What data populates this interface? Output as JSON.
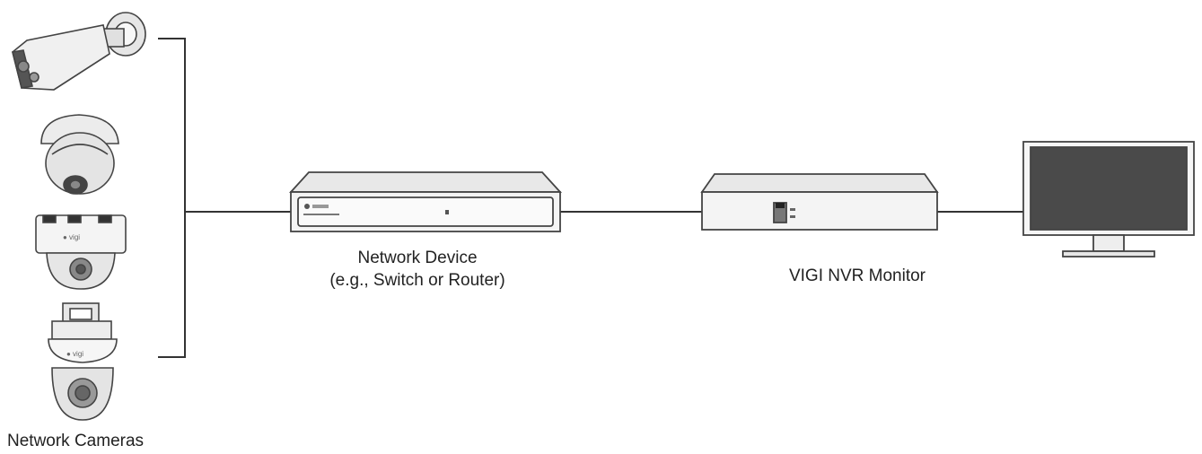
{
  "labels": {
    "network_cameras": "Network Cameras",
    "network_device_line1": "Network Device",
    "network_device_line2": "(e.g., Switch or Router)",
    "nvr": "VIGI NVR Monitor"
  },
  "colors": {
    "line": "#333333",
    "device_fill": "#f4f4f4",
    "screen": "#4a4a4a"
  },
  "icons": [
    "bullet-camera-icon",
    "turret-camera-icon",
    "dome-camera-icon",
    "ptz-camera-icon",
    "switch-icon",
    "nvr-icon",
    "monitor-icon"
  ]
}
